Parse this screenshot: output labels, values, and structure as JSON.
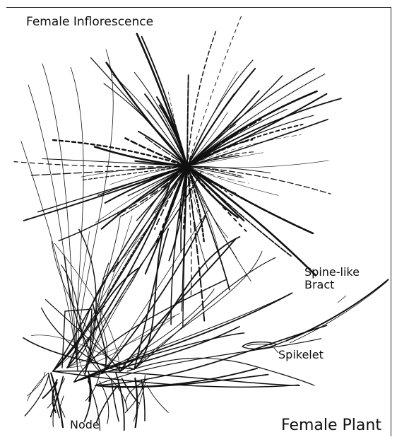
{
  "labels": {
    "inflorescence": "Female Inflorescence",
    "bract": "Spine-like\nBract",
    "spikelet": "Spikelet",
    "node": "Node",
    "plant": "Female Plant"
  },
  "colors": {
    "ink": "#111111",
    "paper": "#ffffff"
  }
}
